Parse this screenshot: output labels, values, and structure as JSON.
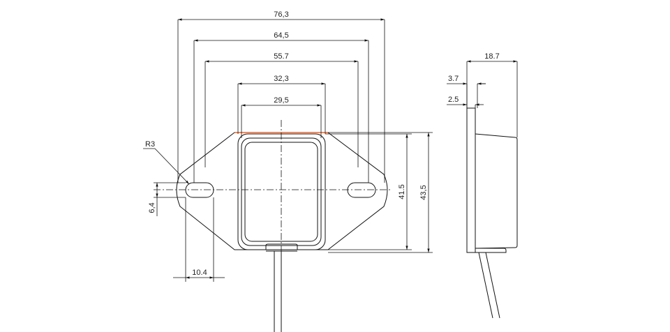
{
  "colors": {
    "line": "#111111",
    "accent_edge": "#c8501e",
    "background": "#ffffff"
  },
  "dimensions": {
    "overall_width": "76,3",
    "hole_spacing": "64,5",
    "flange_width": "55.7",
    "body_outer_width": "32,3",
    "body_inner_width": "29,5",
    "hole_radius": "R3",
    "hole_height": "6,4",
    "slot_length": "10.4",
    "body_height": "41.5",
    "overall_height": "43,5",
    "side_depth": "18.7",
    "side_flange": "3.7",
    "side_plate": "2.5"
  }
}
